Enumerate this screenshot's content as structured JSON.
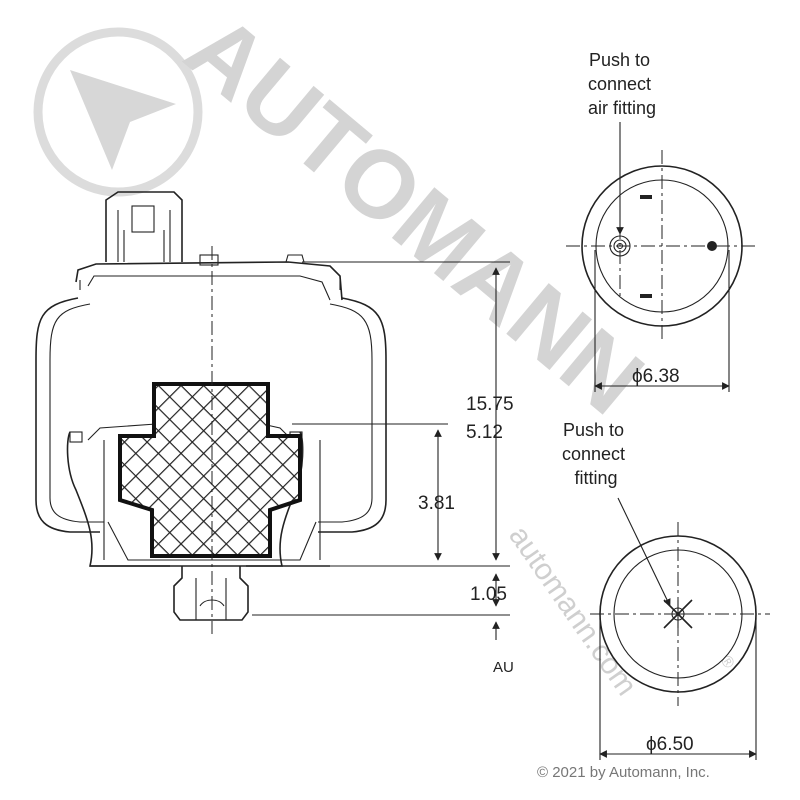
{
  "watermark": {
    "brand": "AUTOMANN",
    "url": "automann.com",
    "colors": {
      "logo": "#d9d9d9"
    }
  },
  "dimensions": {
    "overall_height": "15.75",
    "compressed_height": "5.12",
    "piston_height": "3.81",
    "stud_length": "1.05",
    "top_plate_diameter": "ϕ6.38",
    "bottom_diameter": "ϕ6.50"
  },
  "labels": {
    "top_fitting_note": [
      "Push to",
      "connect",
      "air fitting"
    ],
    "bottom_fitting_note": [
      "Push to",
      "connect",
      "fitting"
    ],
    "au_mark": "AU"
  },
  "copyright": "© 2021 by Automann, Inc."
}
